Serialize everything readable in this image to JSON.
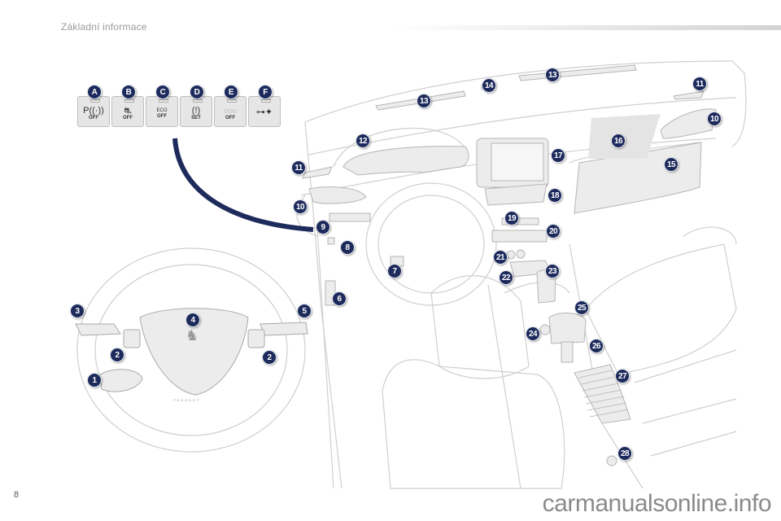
{
  "header": {
    "title": "Základní informace"
  },
  "footer": {
    "page_number": "8",
    "watermark": "carmanualsonline.info"
  },
  "colors": {
    "badge": "#1d2b5c",
    "line": "#cfcfcf",
    "panel": "#e6e6e6",
    "fill": "#ececec"
  },
  "switch_panel": {
    "switches": [
      {
        "letter": "A",
        "glyph": "P((·))",
        "text": "OFF",
        "icon": "park-assist-off-icon"
      },
      {
        "letter": "B",
        "glyph": "⛐",
        "text": "OFF",
        "icon": "dynamic-stability-off-icon"
      },
      {
        "letter": "C",
        "glyph": "ECO",
        "text": "OFF",
        "icon": "eco-stop-start-off-icon"
      },
      {
        "letter": "D",
        "glyph": "(!)",
        "text": "SET",
        "icon": "tyre-pressure-set-icon"
      },
      {
        "letter": "E",
        "glyph": "◌◌◌",
        "text": "OFF",
        "icon": "alarm-off-icon"
      },
      {
        "letter": "F",
        "glyph": "⊶✦",
        "text": "",
        "icon": "child-lock-icon"
      }
    ]
  },
  "callouts": [
    {
      "id": "c1",
      "label": "1"
    },
    {
      "id": "c2a",
      "label": "2"
    },
    {
      "id": "c2b",
      "label": "2"
    },
    {
      "id": "c3",
      "label": "3"
    },
    {
      "id": "c4",
      "label": "4"
    },
    {
      "id": "c5",
      "label": "5"
    },
    {
      "id": "c6",
      "label": "6"
    },
    {
      "id": "c7",
      "label": "7"
    },
    {
      "id": "c8",
      "label": "8"
    },
    {
      "id": "c9",
      "label": "9"
    },
    {
      "id": "c10a",
      "label": "10"
    },
    {
      "id": "c10b",
      "label": "10"
    },
    {
      "id": "c11a",
      "label": "11"
    },
    {
      "id": "c11b",
      "label": "11"
    },
    {
      "id": "c12",
      "label": "12"
    },
    {
      "id": "c13a",
      "label": "13"
    },
    {
      "id": "c13b",
      "label": "13"
    },
    {
      "id": "c14",
      "label": "14"
    },
    {
      "id": "c15",
      "label": "15"
    },
    {
      "id": "c16",
      "label": "16"
    },
    {
      "id": "c17",
      "label": "17"
    },
    {
      "id": "c18",
      "label": "18"
    },
    {
      "id": "c19",
      "label": "19"
    },
    {
      "id": "c20",
      "label": "20"
    },
    {
      "id": "c21",
      "label": "21"
    },
    {
      "id": "c22",
      "label": "22"
    },
    {
      "id": "c23",
      "label": "23"
    },
    {
      "id": "c24",
      "label": "24"
    },
    {
      "id": "c25",
      "label": "25"
    },
    {
      "id": "c26",
      "label": "26"
    },
    {
      "id": "c27",
      "label": "27"
    },
    {
      "id": "c28",
      "label": "28"
    }
  ]
}
